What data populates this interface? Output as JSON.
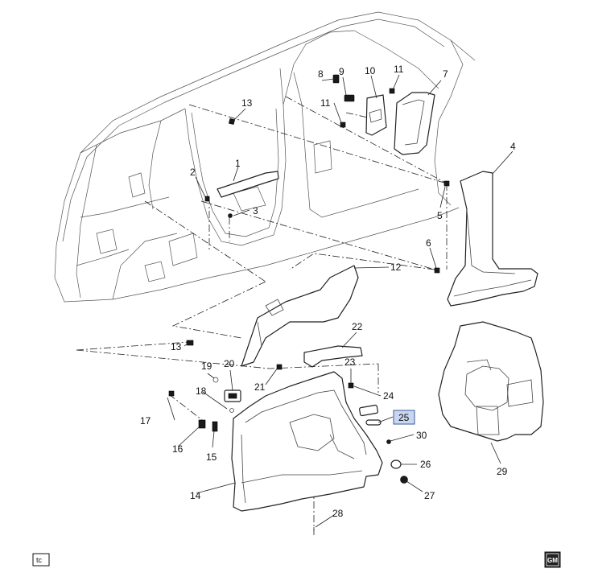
{
  "diagram": {
    "callouts": [
      "1",
      "2",
      "3",
      "4",
      "5",
      "6",
      "7",
      "8",
      "9",
      "10",
      "11",
      "11",
      "12",
      "13",
      "13",
      "14",
      "15",
      "16",
      "17",
      "18",
      "19",
      "20",
      "21",
      "22",
      "23",
      "24",
      "25",
      "26",
      "27",
      "28",
      "29",
      "30"
    ],
    "highlighted_callout": "25",
    "highlight_color": "#c9d6f0",
    "line_color": "#222222"
  },
  "footer": {
    "left_badge": "tc",
    "right_badge": "GM"
  }
}
